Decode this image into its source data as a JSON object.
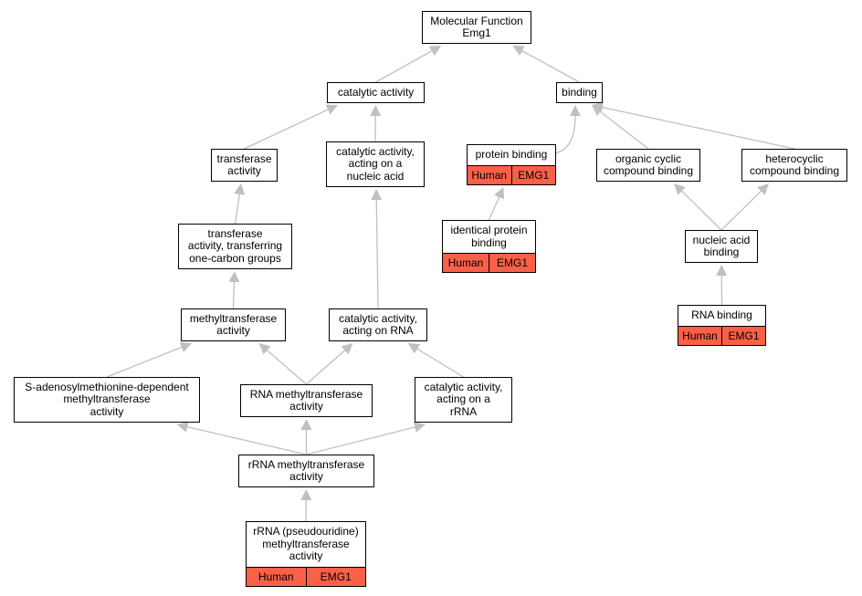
{
  "nodes": {
    "root": {
      "label": "Molecular Function\nEmg1"
    },
    "catalytic": {
      "label": "catalytic activity"
    },
    "binding": {
      "label": "binding"
    },
    "transferase": {
      "label": "transferase\nactivity"
    },
    "cat_nucleic": {
      "label": "catalytic activity,\nacting on a\nnucleic acid"
    },
    "protein_binding": {
      "label": "protein binding",
      "annotations": [
        "Human",
        "EMG1"
      ]
    },
    "organic_cyclic": {
      "label": "organic cyclic\ncompound binding"
    },
    "heterocyclic": {
      "label": "heterocyclic\ncompound binding"
    },
    "transferase_onecarbon": {
      "label": "transferase\nactivity, transferring\none-carbon groups"
    },
    "identical_protein": {
      "label": "identical protein\nbinding",
      "annotations": [
        "Human",
        "EMG1"
      ]
    },
    "nucleic_acid_binding": {
      "label": "nucleic acid\nbinding"
    },
    "methyltransferase": {
      "label": "methyltransferase\nactivity"
    },
    "cat_rna": {
      "label": "catalytic activity,\nacting on RNA"
    },
    "rna_binding": {
      "label": "RNA binding",
      "annotations": [
        "Human",
        "EMG1"
      ]
    },
    "sam_methyl": {
      "label": "S-adenosylmethionine-dependent\nmethyltransferase\nactivity"
    },
    "rna_methyl": {
      "label": "RNA methyltransferase\nactivity"
    },
    "cat_rrna": {
      "label": "catalytic activity,\nacting on a\nrRNA"
    },
    "rrna_methyl": {
      "label": "rRNA methyltransferase\nactivity"
    },
    "rrna_pseudo": {
      "label": "rRNA (pseudouridine)\nmethyltransferase\nactivity",
      "annotations": [
        "Human",
        "EMG1"
      ]
    }
  },
  "edges": [
    [
      "catalytic",
      "root"
    ],
    [
      "binding",
      "root"
    ],
    [
      "transferase",
      "catalytic"
    ],
    [
      "cat_nucleic",
      "catalytic"
    ],
    [
      "protein_binding",
      "binding"
    ],
    [
      "organic_cyclic",
      "binding"
    ],
    [
      "heterocyclic",
      "binding"
    ],
    [
      "transferase_onecarbon",
      "transferase"
    ],
    [
      "identical_protein",
      "protein_binding"
    ],
    [
      "nucleic_acid_binding",
      "organic_cyclic"
    ],
    [
      "nucleic_acid_binding",
      "heterocyclic"
    ],
    [
      "methyltransferase",
      "transferase_onecarbon"
    ],
    [
      "cat_rna",
      "cat_nucleic"
    ],
    [
      "rna_binding",
      "nucleic_acid_binding"
    ],
    [
      "sam_methyl",
      "methyltransferase"
    ],
    [
      "rna_methyl",
      "methyltransferase"
    ],
    [
      "rna_methyl",
      "cat_rna"
    ],
    [
      "cat_rrna",
      "cat_rna"
    ],
    [
      "rrna_methyl",
      "sam_methyl"
    ],
    [
      "rrna_methyl",
      "rna_methyl"
    ],
    [
      "rrna_methyl",
      "cat_rrna"
    ],
    [
      "rrna_pseudo",
      "rrna_methyl"
    ]
  ],
  "colors": {
    "edge": "#c0c0c0",
    "annotation": "#fa6048",
    "border": "#000000"
  }
}
